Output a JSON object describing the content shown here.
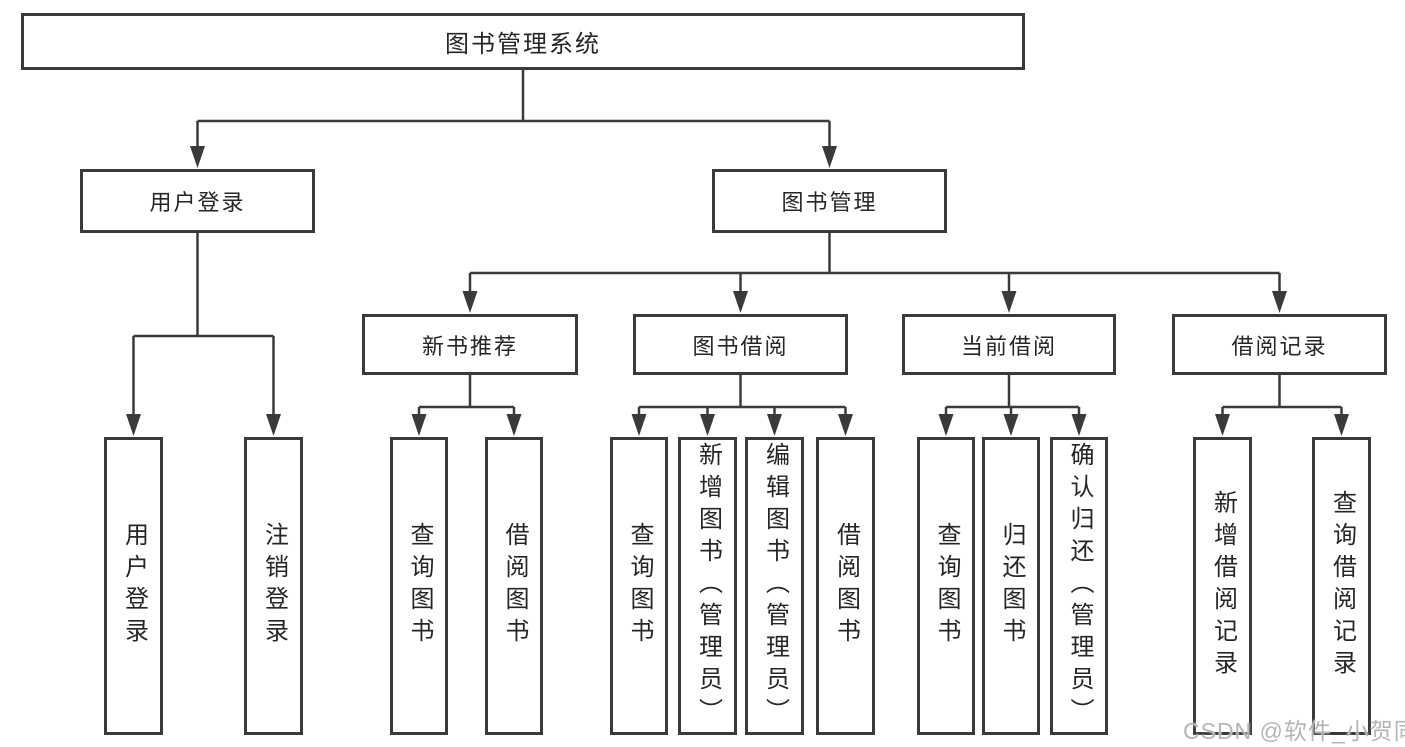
{
  "diagram": {
    "type": "hierarchy-tree",
    "root": "图书管理系统",
    "branches": [
      {
        "label": "用户登录",
        "leaves": [
          "用户登录",
          "注销登录"
        ]
      },
      {
        "label": "图书管理",
        "groups": [
          {
            "label": "新书推荐",
            "leaves": [
              "查询图书",
              "借阅图书"
            ]
          },
          {
            "label": "图书借阅",
            "leaves": [
              "查询图书",
              "新增图书（管理员）",
              "编辑图书（管理员）",
              "借阅图书"
            ]
          },
          {
            "label": "当前借阅",
            "leaves": [
              "查询图书",
              "归还图书",
              "确认归还（管理员）"
            ]
          },
          {
            "label": "借阅记录",
            "leaves": [
              "新增借阅记录",
              "查询借阅记录"
            ]
          }
        ]
      }
    ]
  },
  "watermark": "CSDN @软件_小贺同学",
  "colors": {
    "line": "#3a3a3a",
    "border": "#3a3a3a",
    "text": "#262626",
    "watermark": "#b5b5b5",
    "background": "#ffffff"
  }
}
